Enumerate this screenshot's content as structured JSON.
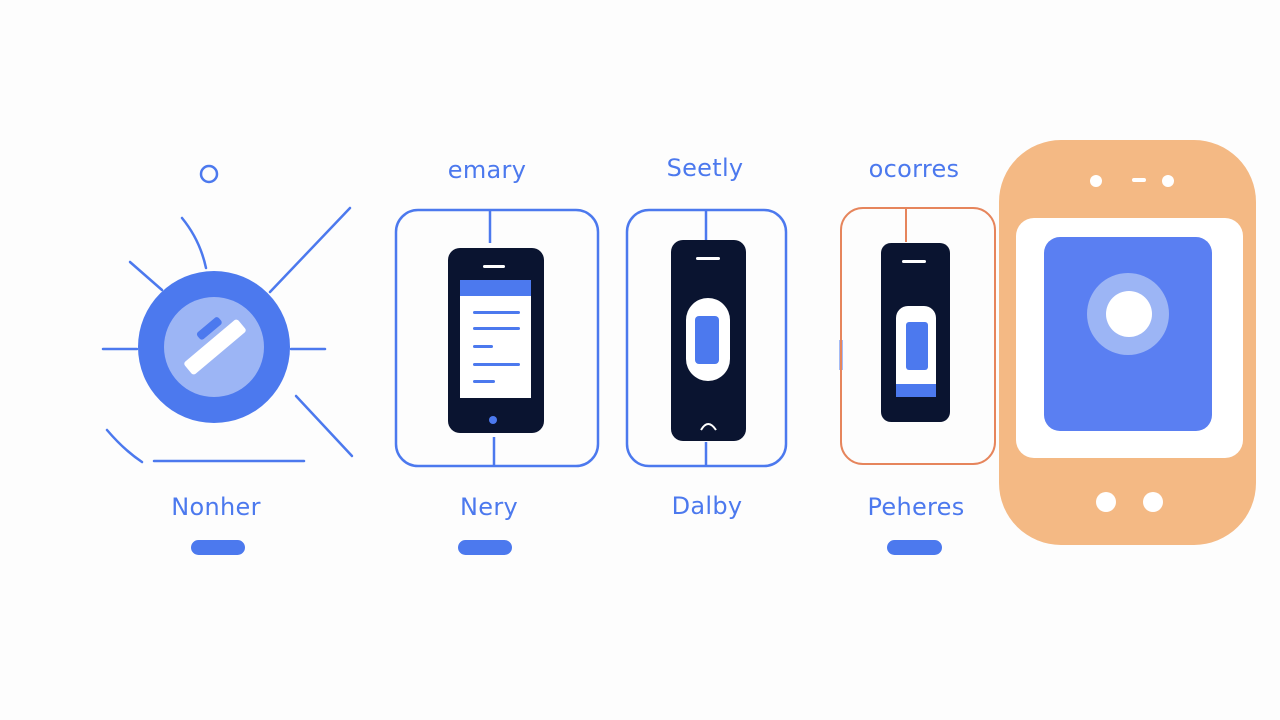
{
  "colors": {
    "blue": "#4c79ee",
    "blue_light": "#9cb5f5",
    "navy": "#0a1430",
    "orange_fill": "#f4b984",
    "orange_line": "#e6855c",
    "screen_white": "#ffffff"
  },
  "steps": [
    {
      "top_label": "",
      "bottom_label": "Nonher",
      "has_pill": true
    },
    {
      "top_label": "emary",
      "bottom_label": "Nery",
      "has_pill": true
    },
    {
      "top_label": "Seetly",
      "bottom_label": "Dalby",
      "has_pill": false
    },
    {
      "top_label": "ocorres",
      "bottom_label": "Peheres",
      "has_pill": true
    }
  ],
  "icons": {
    "hub": "disconnected-link-icon",
    "card_1": "phone-list-icon",
    "card_2": "phone-toggle-icon",
    "card_3": "phone-battery-icon",
    "device": "tablet-camera-icon"
  }
}
